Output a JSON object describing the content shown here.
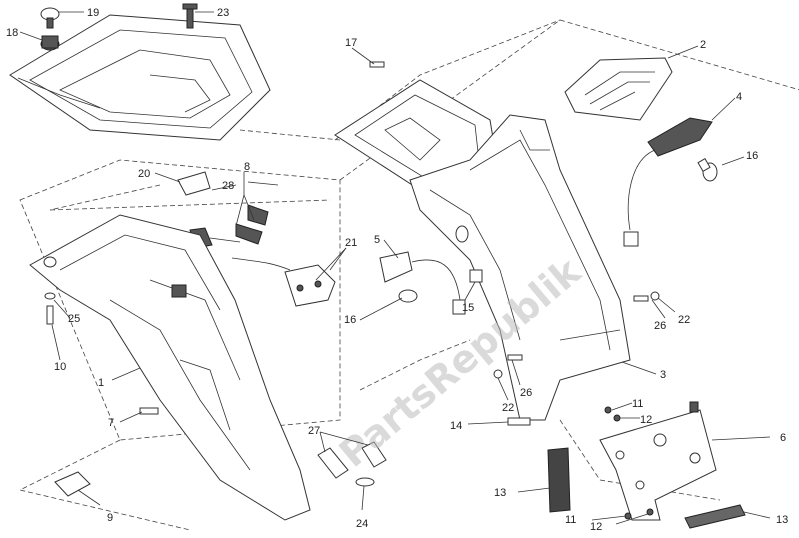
{
  "callouts": [
    "1",
    "2",
    "3",
    "4",
    "5",
    "6",
    "7",
    "8",
    "9",
    "10",
    "11",
    "12",
    "13",
    "14",
    "15",
    "16",
    "17",
    "18",
    "19",
    "20",
    "21",
    "22",
    "23",
    "24",
    "25",
    "26",
    "27",
    "28"
  ],
  "parts": {
    "p19": "19",
    "p23": "23",
    "p18": "18",
    "p17": "17",
    "p2": "2",
    "p4": "4",
    "p16a": "16",
    "p20": "20",
    "p8": "8",
    "p28": "28",
    "p5": "5",
    "p21": "21",
    "p25": "25",
    "p15": "15",
    "p16b": "16",
    "p26a": "26",
    "p22a": "22",
    "p10": "10",
    "p1": "1",
    "p3": "3",
    "p26b": "26",
    "p11a": "11",
    "p22b": "22",
    "p12a": "12",
    "p7": "7",
    "p14": "14",
    "p6": "6",
    "p27": "27",
    "p9": "9",
    "p24": "24",
    "p13a": "13",
    "p11b": "11",
    "p12b": "12",
    "p13b": "13"
  },
  "watermark": "PartsRepublik",
  "accent_colors": {
    "line": "#333333",
    "label": "#222222",
    "watermark": "#bdbdbd"
  }
}
